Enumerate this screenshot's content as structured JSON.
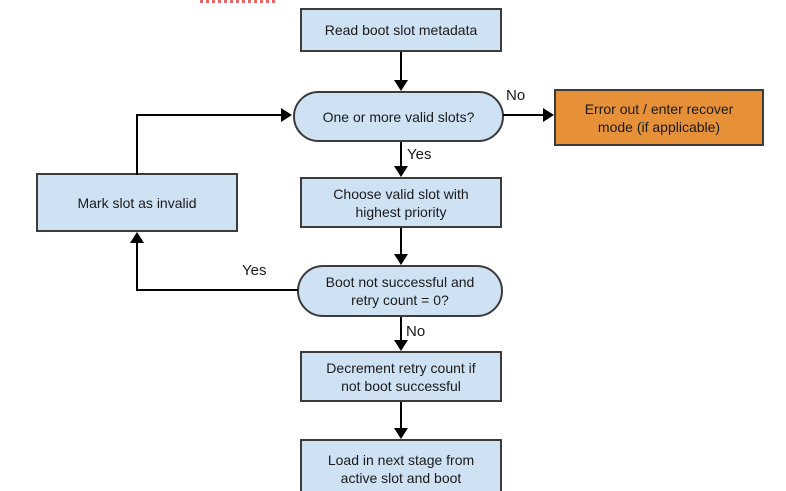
{
  "colors": {
    "background": "#ffffff",
    "node_fill": "#cfe2f3",
    "node_border": "#3b3b3b",
    "error_fill": "#e69138",
    "arrow": "#000000",
    "text": "#1a1a1a",
    "artifact_red": "#e26868"
  },
  "nodes": {
    "read_metadata": {
      "label": "Read boot slot metadata"
    },
    "valid_slots_decision": {
      "label": "One or more valid slots?"
    },
    "error_recover": {
      "label": "Error out / enter recover\nmode (if applicable)"
    },
    "choose_slot": {
      "label": "Choose valid slot with\nhighest priority"
    },
    "mark_invalid": {
      "label": "Mark slot as invalid"
    },
    "boot_retry_decision": {
      "label": "Boot not successful and\nretry count = 0?"
    },
    "decrement_retry": {
      "label": "Decrement retry count if\nnot boot successful"
    },
    "load_next_stage": {
      "label": "Load in next stage from\nactive slot and boot"
    }
  },
  "edge_labels": {
    "valid_slots_no": "No",
    "valid_slots_yes": "Yes",
    "boot_retry_yes": "Yes",
    "boot_retry_no": "No"
  }
}
